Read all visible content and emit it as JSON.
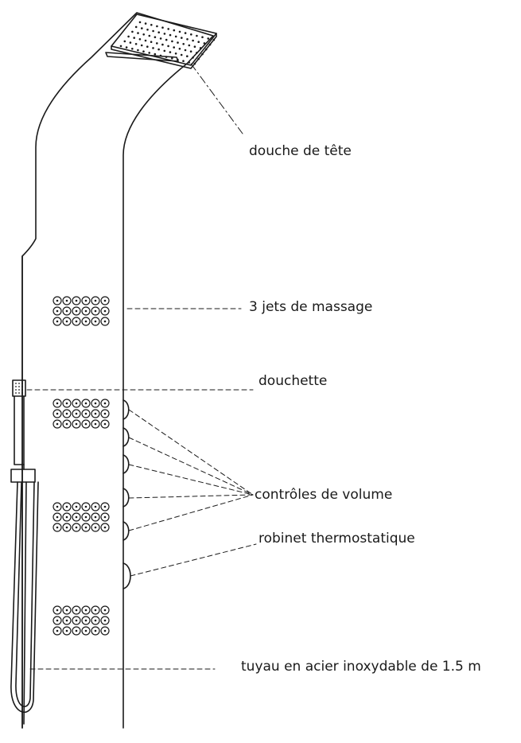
{
  "labels": {
    "head_shower": "douche de tête",
    "massage_jets": "3 jets de massage",
    "hand_shower": "douchette",
    "volume_controls": "contrôles de volume",
    "thermostatic_valve": "robinet thermostatique",
    "hose": "tuyau en acier inoxydable de 1.5 m"
  },
  "colors": {
    "line": "#1a1a1a",
    "background": "#ffffff"
  }
}
